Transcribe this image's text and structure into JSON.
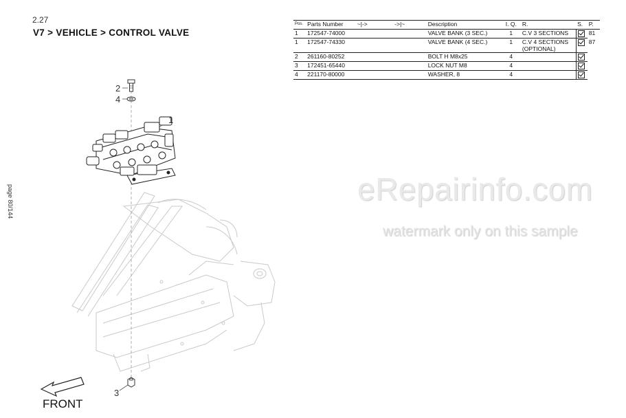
{
  "header": {
    "section_number": "2.27",
    "breadcrumb": "V7 > VEHICLE > CONTROL VALVE",
    "page_label": "page 80/144"
  },
  "diagram": {
    "front_label": "FRONT",
    "callouts": {
      "c1": "1",
      "c2": "2",
      "c3": "3",
      "c4": "4"
    }
  },
  "table": {
    "headers": {
      "pos": "Pos.",
      "part_number": "Parts Number",
      "col_a": "~|->",
      "col_b": "->|~",
      "description": "Description",
      "iq": "I. Q.",
      "r": "R.",
      "s": "S.",
      "p": "P."
    },
    "rows": [
      {
        "pos": "1",
        "part_number": "172547-74000",
        "description": "VALVE BANK (3 SEC.)",
        "iq": "1",
        "r": "C.V 3 SECTIONS",
        "p": "81"
      },
      {
        "pos": "1",
        "part_number": "172547-74330",
        "description": "VALVE BANK (4 SEC.)",
        "iq": "1",
        "r": "C.V 4 SECTIONS (OPTIONAL)",
        "p": "87"
      },
      {
        "pos": "2",
        "part_number": "261160-80252",
        "description": "BOLT H M8x25",
        "iq": "4",
        "r": "",
        "p": ""
      },
      {
        "pos": "3",
        "part_number": "172451-65440",
        "description": "LOCK NUT M8",
        "iq": "4",
        "r": "",
        "p": ""
      },
      {
        "pos": "4",
        "part_number": "221170-80000",
        "description": "WASHER,  8",
        "iq": "4",
        "r": "",
        "p": ""
      }
    ]
  },
  "watermark": {
    "main": "eRepairinfo.com",
    "sub": "watermark only on this sample"
  }
}
